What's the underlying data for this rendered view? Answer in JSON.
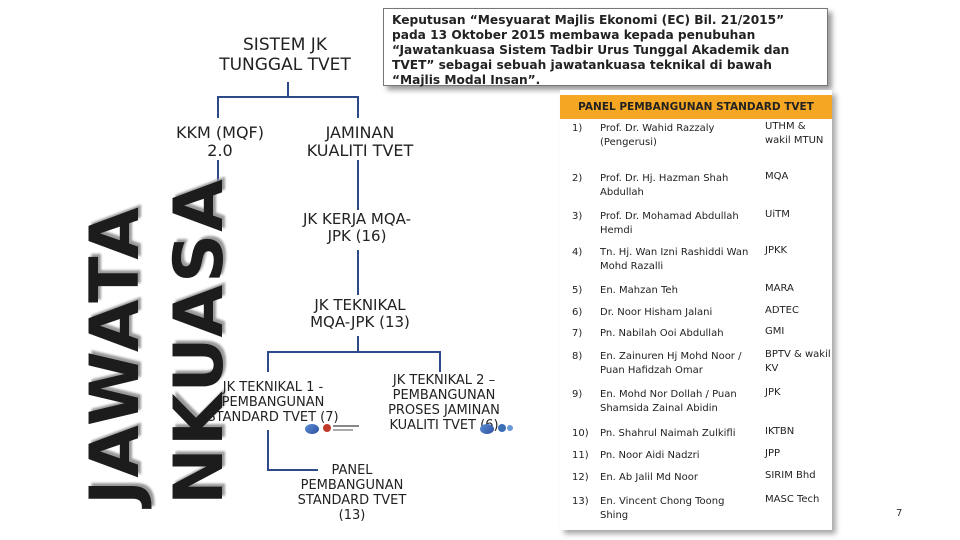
{
  "title": {
    "line1": "SISTEM JK",
    "line2": "TUNGGAL TVET"
  },
  "side_title": {
    "word1": "JAWATA",
    "word2": "NKUASA"
  },
  "note": "Keputusan “Mesyuarat Majlis Ekonomi (EC) Bil. 21/2015” pada 13 Oktober 2015 membawa kepada penubuhan “Jawatankuasa Sistem Tadbir Urus Tunggal Akademik dan TVET” sebagai sebuah jawatankuasa teknikal di bawah “Majlis Modal Insan”.",
  "nodes": {
    "kkm": {
      "line1": "KKM (MQF)",
      "line2": "2.0"
    },
    "jaminan": {
      "line1": "JAMINAN",
      "line2": "KUALITI TVET"
    },
    "jk_kerja": {
      "line1": "JK KERJA MQA-",
      "line2": "JPK   (16)"
    },
    "jk_teknikal": {
      "line1": "JK TEKNIKAL",
      "line2": "MQA-JPK (13)"
    },
    "jk_teknikal_1": {
      "line1": "JK TEKNIKAL 1 -",
      "line2": "PEMBANGUNAN",
      "line3": "STANDARD TVET (7)"
    },
    "jk_teknikal_2": {
      "line1": "JK TEKNIKAL 2 –",
      "line2": "PEMBANGUNAN",
      "line3": "PROSES JAMINAN",
      "line4": "KUALITI TVET (6)"
    },
    "panel": {
      "line1": "PANEL",
      "line2": "PEMBANGUNAN",
      "line3": "STANDARD TVET",
      "line4": "(13)"
    }
  },
  "panel_table": {
    "header": "PANEL PEMBANGUNAN STANDARD TVET",
    "rows": [
      {
        "no": "1)",
        "name": "Prof. Dr. Wahid Razzaly (Pengerusi)",
        "org": "UTHM & wakil MTUN"
      },
      {
        "no": "2)",
        "name": "Prof. Dr. Hj. Hazman Shah Abdullah",
        "org": "MQA"
      },
      {
        "no": "3)",
        "name": "Prof. Dr. Mohamad Abdullah Hemdi",
        "org": "UiTM"
      },
      {
        "no": "4)",
        "name": "Tn. Hj. Wan Izni Rashiddi Wan Mohd Razalli",
        "org": "JPKK"
      },
      {
        "no": "5)",
        "name": "En. Mahzan Teh",
        "org": "MARA"
      },
      {
        "no": "6)",
        "name": "Dr. Noor Hisham Jalani",
        "org": "ADTEC"
      },
      {
        "no": "7)",
        "name": "Pn. Nabilah Ooi Abdullah",
        "org": "GMI"
      },
      {
        "no": "8)",
        "name": "En. Zainuren Hj Mohd Noor / Puan Hafidzah Omar",
        "org": "BPTV & wakil KV"
      },
      {
        "no": "9)",
        "name": "En. Mohd Nor Dollah / Puan Shamsida Zainal Abidin",
        "org": "JPK"
      },
      {
        "no": "10)",
        "name": "Pn. Shahrul Naimah Zulkifli",
        "org": "IKTBN"
      },
      {
        "no": "11)",
        "name": "Pn. Noor Aidi Nadzri",
        "org": "JPP"
      },
      {
        "no": "12)",
        "name": "En. Ab Jalil Md Noor",
        "org": "SIRIM Bhd"
      },
      {
        "no": "13)",
        "name": "En. Vincent Chong Toong Shing",
        "org": "MASC Tech"
      }
    ]
  },
  "page_number": "7",
  "colors": {
    "panel_header": "#f5a623",
    "connector": "#2f4a8a"
  }
}
